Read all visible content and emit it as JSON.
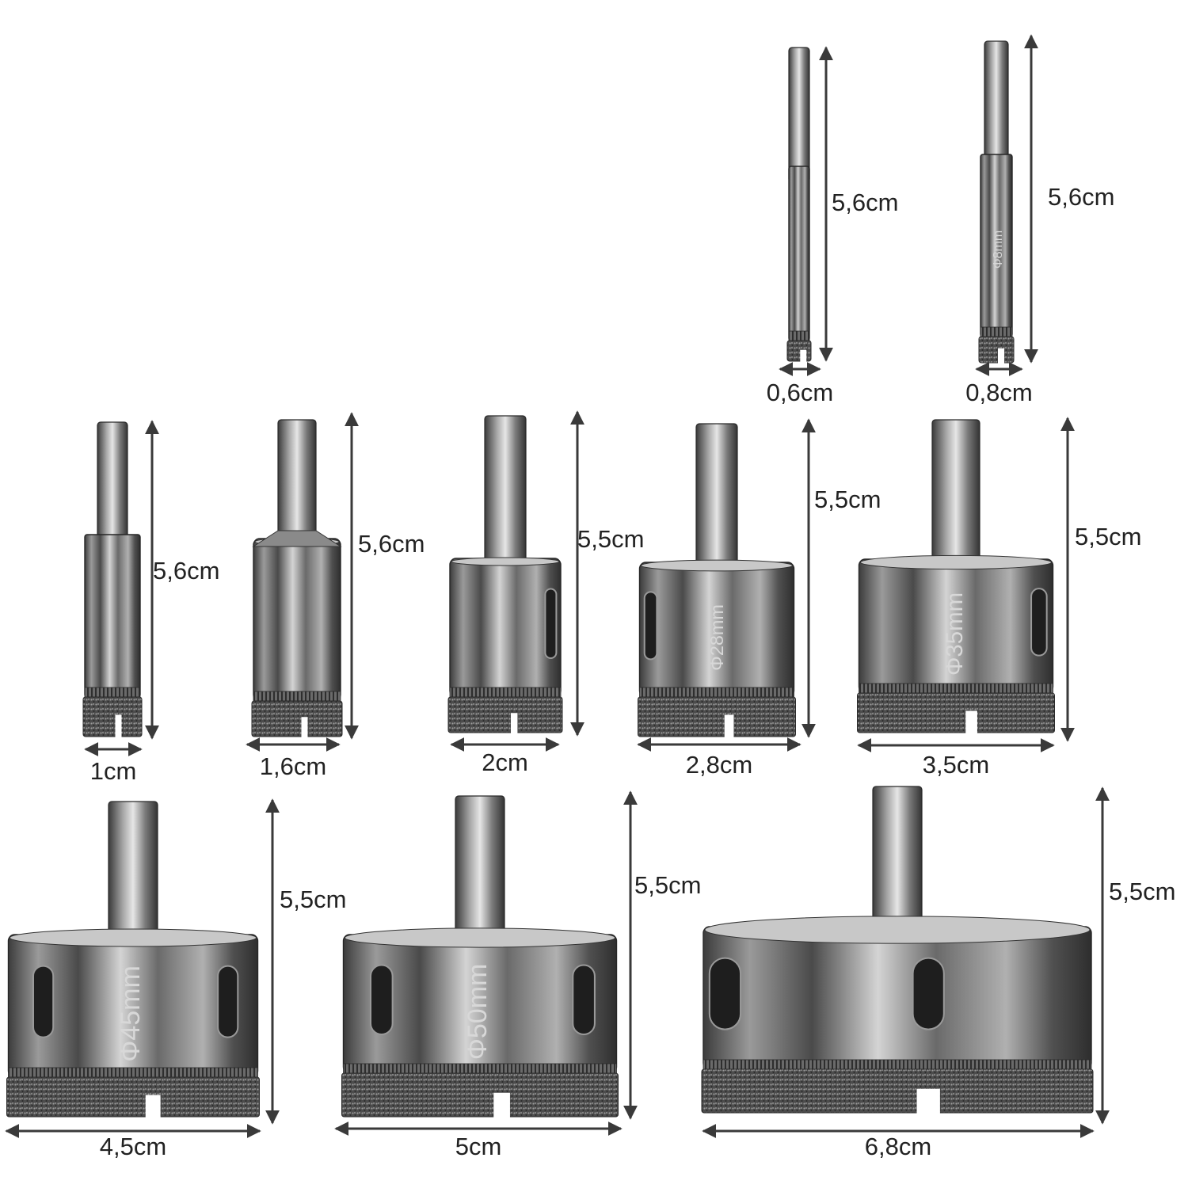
{
  "colors": {
    "background": "#ffffff",
    "arrow": "#3a3a3a",
    "text": "#222222",
    "metal": "#8e8e8e",
    "grit": "#555555"
  },
  "bits": [
    {
      "id": "bit-6mm",
      "engraving": "",
      "height": "5,6cm",
      "diameter": "0,6cm"
    },
    {
      "id": "bit-8mm",
      "engraving": "Φ8mm",
      "height": "5,6cm",
      "diameter": "0,8cm"
    },
    {
      "id": "bit-10mm",
      "engraving": "",
      "height": "5,6cm",
      "diameter": "1cm"
    },
    {
      "id": "bit-16mm",
      "engraving": "",
      "height": "5,6cm",
      "diameter": "1,6cm"
    },
    {
      "id": "bit-20mm",
      "engraving": "",
      "height": "5,5cm",
      "diameter": "2cm"
    },
    {
      "id": "bit-28mm",
      "engraving": "Φ28mm",
      "height": "5,5cm",
      "diameter": "2,8cm"
    },
    {
      "id": "bit-35mm",
      "engraving": "Φ35mm",
      "height": "5,5cm",
      "diameter": "3,5cm"
    },
    {
      "id": "bit-45mm",
      "engraving": "Φ45mm",
      "height": "5,5cm",
      "diameter": "4,5cm"
    },
    {
      "id": "bit-50mm",
      "engraving": "Φ50mm",
      "height": "5,5cm",
      "diameter": "5cm"
    },
    {
      "id": "bit-68mm",
      "engraving": "",
      "height": "5,5cm",
      "diameter": "6,8cm"
    }
  ]
}
